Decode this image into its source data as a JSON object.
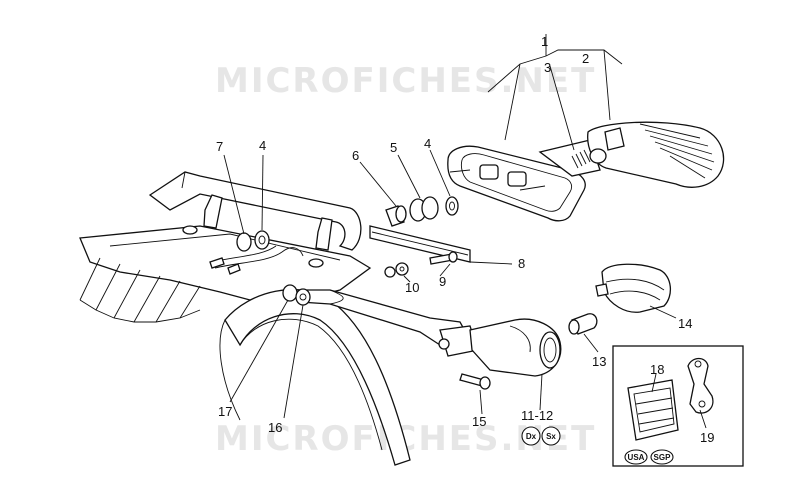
{
  "watermark": "MICROFICHES.NET",
  "callouts": {
    "c1": "1",
    "c2": "2",
    "c3": "3",
    "c4a": "4",
    "c4b": "4",
    "c5": "5",
    "c6": "6",
    "c7": "7",
    "c8": "8",
    "c9": "9",
    "c10": "10",
    "c11_12": "11-12",
    "c13": "13",
    "c14": "14",
    "c15": "15",
    "c16": "16",
    "c17": "17",
    "c18": "18",
    "c19": "19"
  },
  "badges": {
    "dx": "Dx",
    "sx": "Sx",
    "usa": "USA",
    "sgp": "SGP"
  }
}
